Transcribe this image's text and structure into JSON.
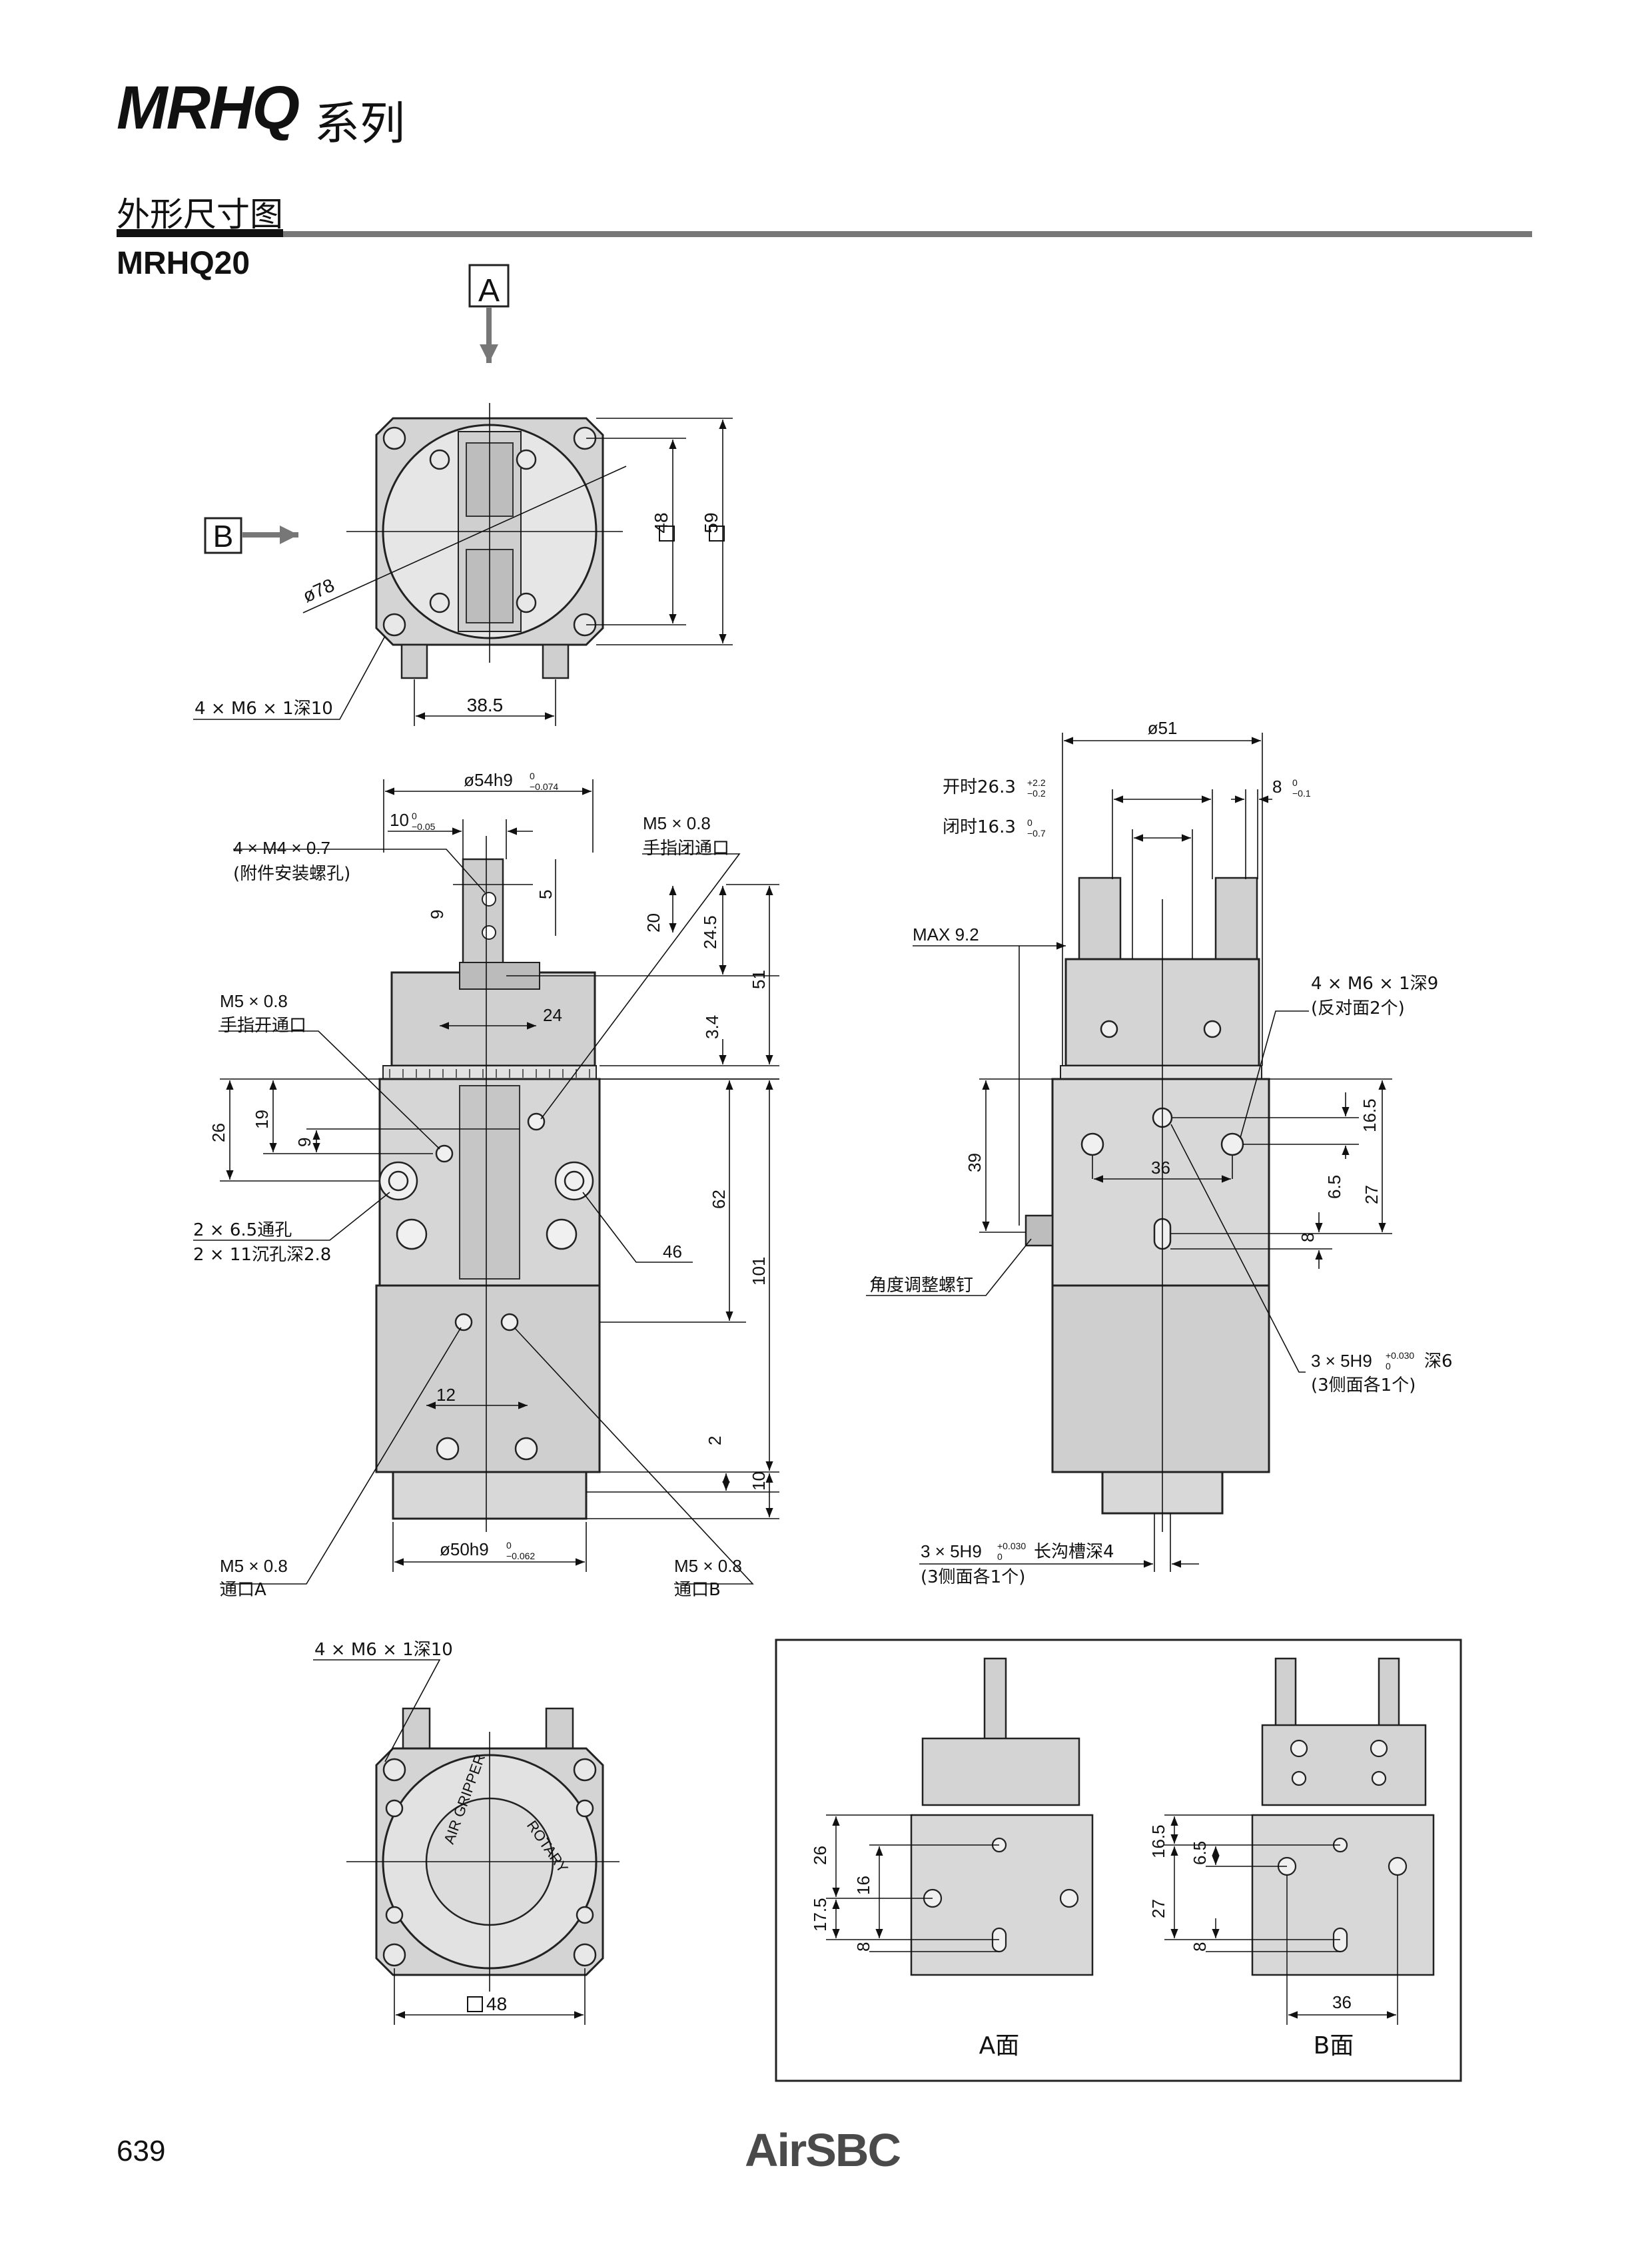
{
  "header": {
    "series_title": "MRHQ",
    "series_suffix": "系列"
  },
  "section": {
    "title": "外形尺寸图",
    "model": "MRHQ20"
  },
  "view_labels": {
    "a": "A",
    "b": "B",
    "a_face": "A面",
    "b_face": "B面"
  },
  "top_view": {
    "dia": "ø78",
    "sq48": "48",
    "sq59": "59",
    "width": "38.5",
    "holes": "4 × M6 × 1深10"
  },
  "front_view": {
    "d54": "ø54h9",
    "d54_tol_upper": "0",
    "d54_tol_lower": "−0.074",
    "w10": "10",
    "w10_tol_upper": "0",
    "w10_tol_lower": "−0.05",
    "m4": "4 × M4 × 0.7",
    "m4_note": "(附件安装螺孔)",
    "m5_close": "M5 × 0.8",
    "m5_close_note": "手指闭通口",
    "m5_open": "M5 × 0.8",
    "m5_open_note": "手指开通口",
    "dim_9a": "9",
    "dim_5": "5",
    "dim_20": "20",
    "dim_24_5": "24.5",
    "dim_51": "51",
    "dim_24": "24",
    "dim_3_4": "3.4",
    "dim_26": "26",
    "dim_19": "19",
    "dim_9b": "9",
    "dim_62": "62",
    "dim_101": "101",
    "through_hole": "2 × 6.5通孔",
    "counterbore": "2 × 11沉孔深2.8",
    "dim_46": "46",
    "dim_12": "12",
    "dim_2": "2",
    "dim_10": "10",
    "d50": "ø50h9",
    "d50_tol_upper": "0",
    "d50_tol_lower": "−0.062",
    "port_a": "M5 × 0.8",
    "port_a_note": "通口A",
    "port_b": "M5 × 0.8",
    "port_b_note": "通口B"
  },
  "side_view": {
    "d51": "ø51",
    "open_label": "开时26.3",
    "open_tol_upper": "+2.2",
    "open_tol_lower": "−0.2",
    "close_label": "闭时16.3",
    "close_tol_upper": "0",
    "close_tol_lower": "−0.7",
    "w8": "8",
    "w8_tol_upper": "0",
    "w8_tol_lower": "−0.1",
    "max": "MAX 9.2",
    "m6": "4 × M6 × 1深9",
    "m6_note": "(反对面2个)",
    "dim_39": "39",
    "dim_36": "36",
    "dim_16_5": "16.5",
    "dim_6_5": "6.5",
    "dim_27": "27",
    "dim_8": "8",
    "screw": "角度调整螺钉",
    "pin": "3 × 5H9",
    "pin_tol_upper": "+0.030",
    "pin_tol_lower": "0",
    "pin_depth": "深6",
    "pin_note": "(3侧面各1个)",
    "slot": "3 × 5H9",
    "slot_tol_upper": "+0.030",
    "slot_tol_lower": "0",
    "slot_depth": "长沟槽深4",
    "slot_note": "(3侧面各1个)"
  },
  "bottom_view": {
    "holes": "4 × M6 × 1深10",
    "sq48": "48",
    "emblem_top": "ROTARY",
    "emblem_bottom": "AIR GRIPPER"
  },
  "inset": {
    "a_26": "26",
    "a_16": "16",
    "a_17_5": "17.5",
    "a_8": "8",
    "b_16_5": "16.5",
    "b_6_5": "6.5",
    "b_27": "27",
    "b_8": "8",
    "b_36": "36"
  },
  "footer": {
    "page_number": "639",
    "logo": "AirSBC"
  }
}
